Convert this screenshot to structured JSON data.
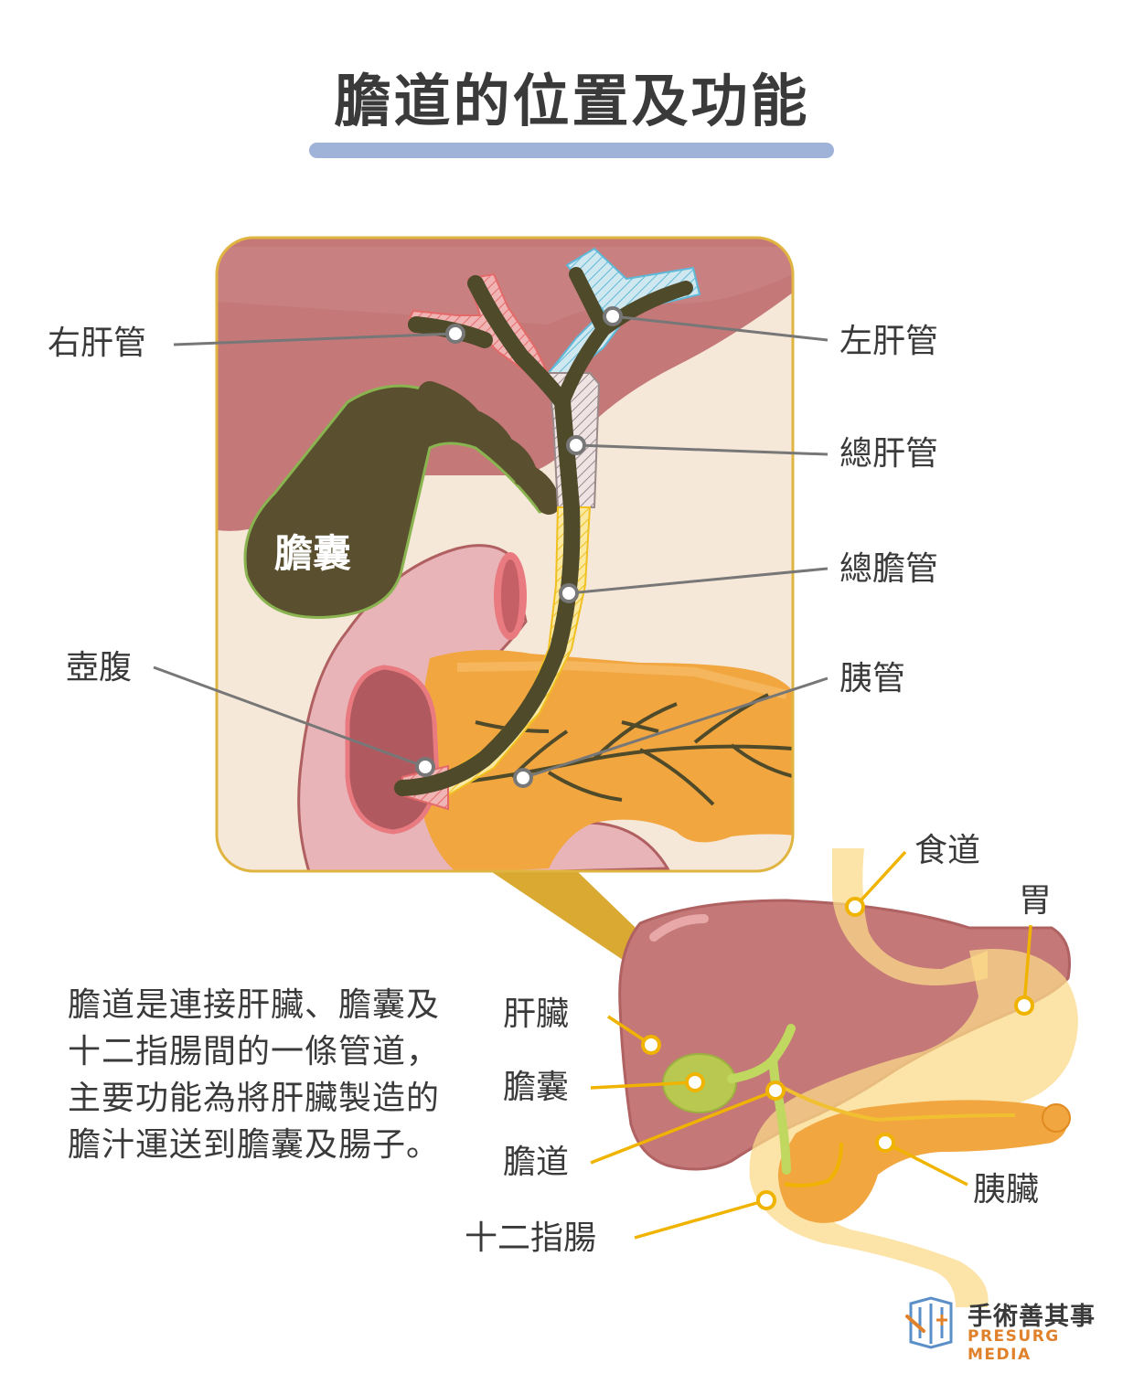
{
  "title": "膽道的位置及功能",
  "colors": {
    "title_bar": "#9fb3d9",
    "liver": "#c47878",
    "liver_dark": "#b06262",
    "gallbladder": "#5a5030",
    "gallbladder_outline": "#8ab450",
    "bile_duct": "#4f4a2a",
    "pancreas": "#f2a640",
    "duodenum": "#e8b4b8",
    "highlight_yellow": "#f0b400",
    "inset_border": "#e0b440",
    "inset_bg": "#f6e8d8",
    "stomach_overlay": "#fbd98a",
    "logo_accent": "#e0812b"
  },
  "inset_labels": {
    "right_hepatic_duct": "右肝管",
    "left_hepatic_duct": "左肝管",
    "common_hepatic_duct": "總肝管",
    "common_bile_duct": "總膽管",
    "ampulla": "壺腹",
    "pancreatic_duct": "胰管",
    "gallbladder": "膽囊"
  },
  "overview_labels": {
    "esophagus": "食道",
    "stomach": "胃",
    "liver": "肝臟",
    "gallbladder": "膽囊",
    "bile_duct": "膽道",
    "pancreas": "胰臟",
    "duodenum": "十二指腸"
  },
  "description": "膽道是連接肝臟、膽囊及十二指腸間的一條管道，主要功能為將肝臟製造的膽汁運送到膽囊及腸子。",
  "logo": {
    "name_cn": "手術善其事",
    "name_en": "PRESURG MEDIA",
    "icon": "presurg-logo-icon"
  }
}
